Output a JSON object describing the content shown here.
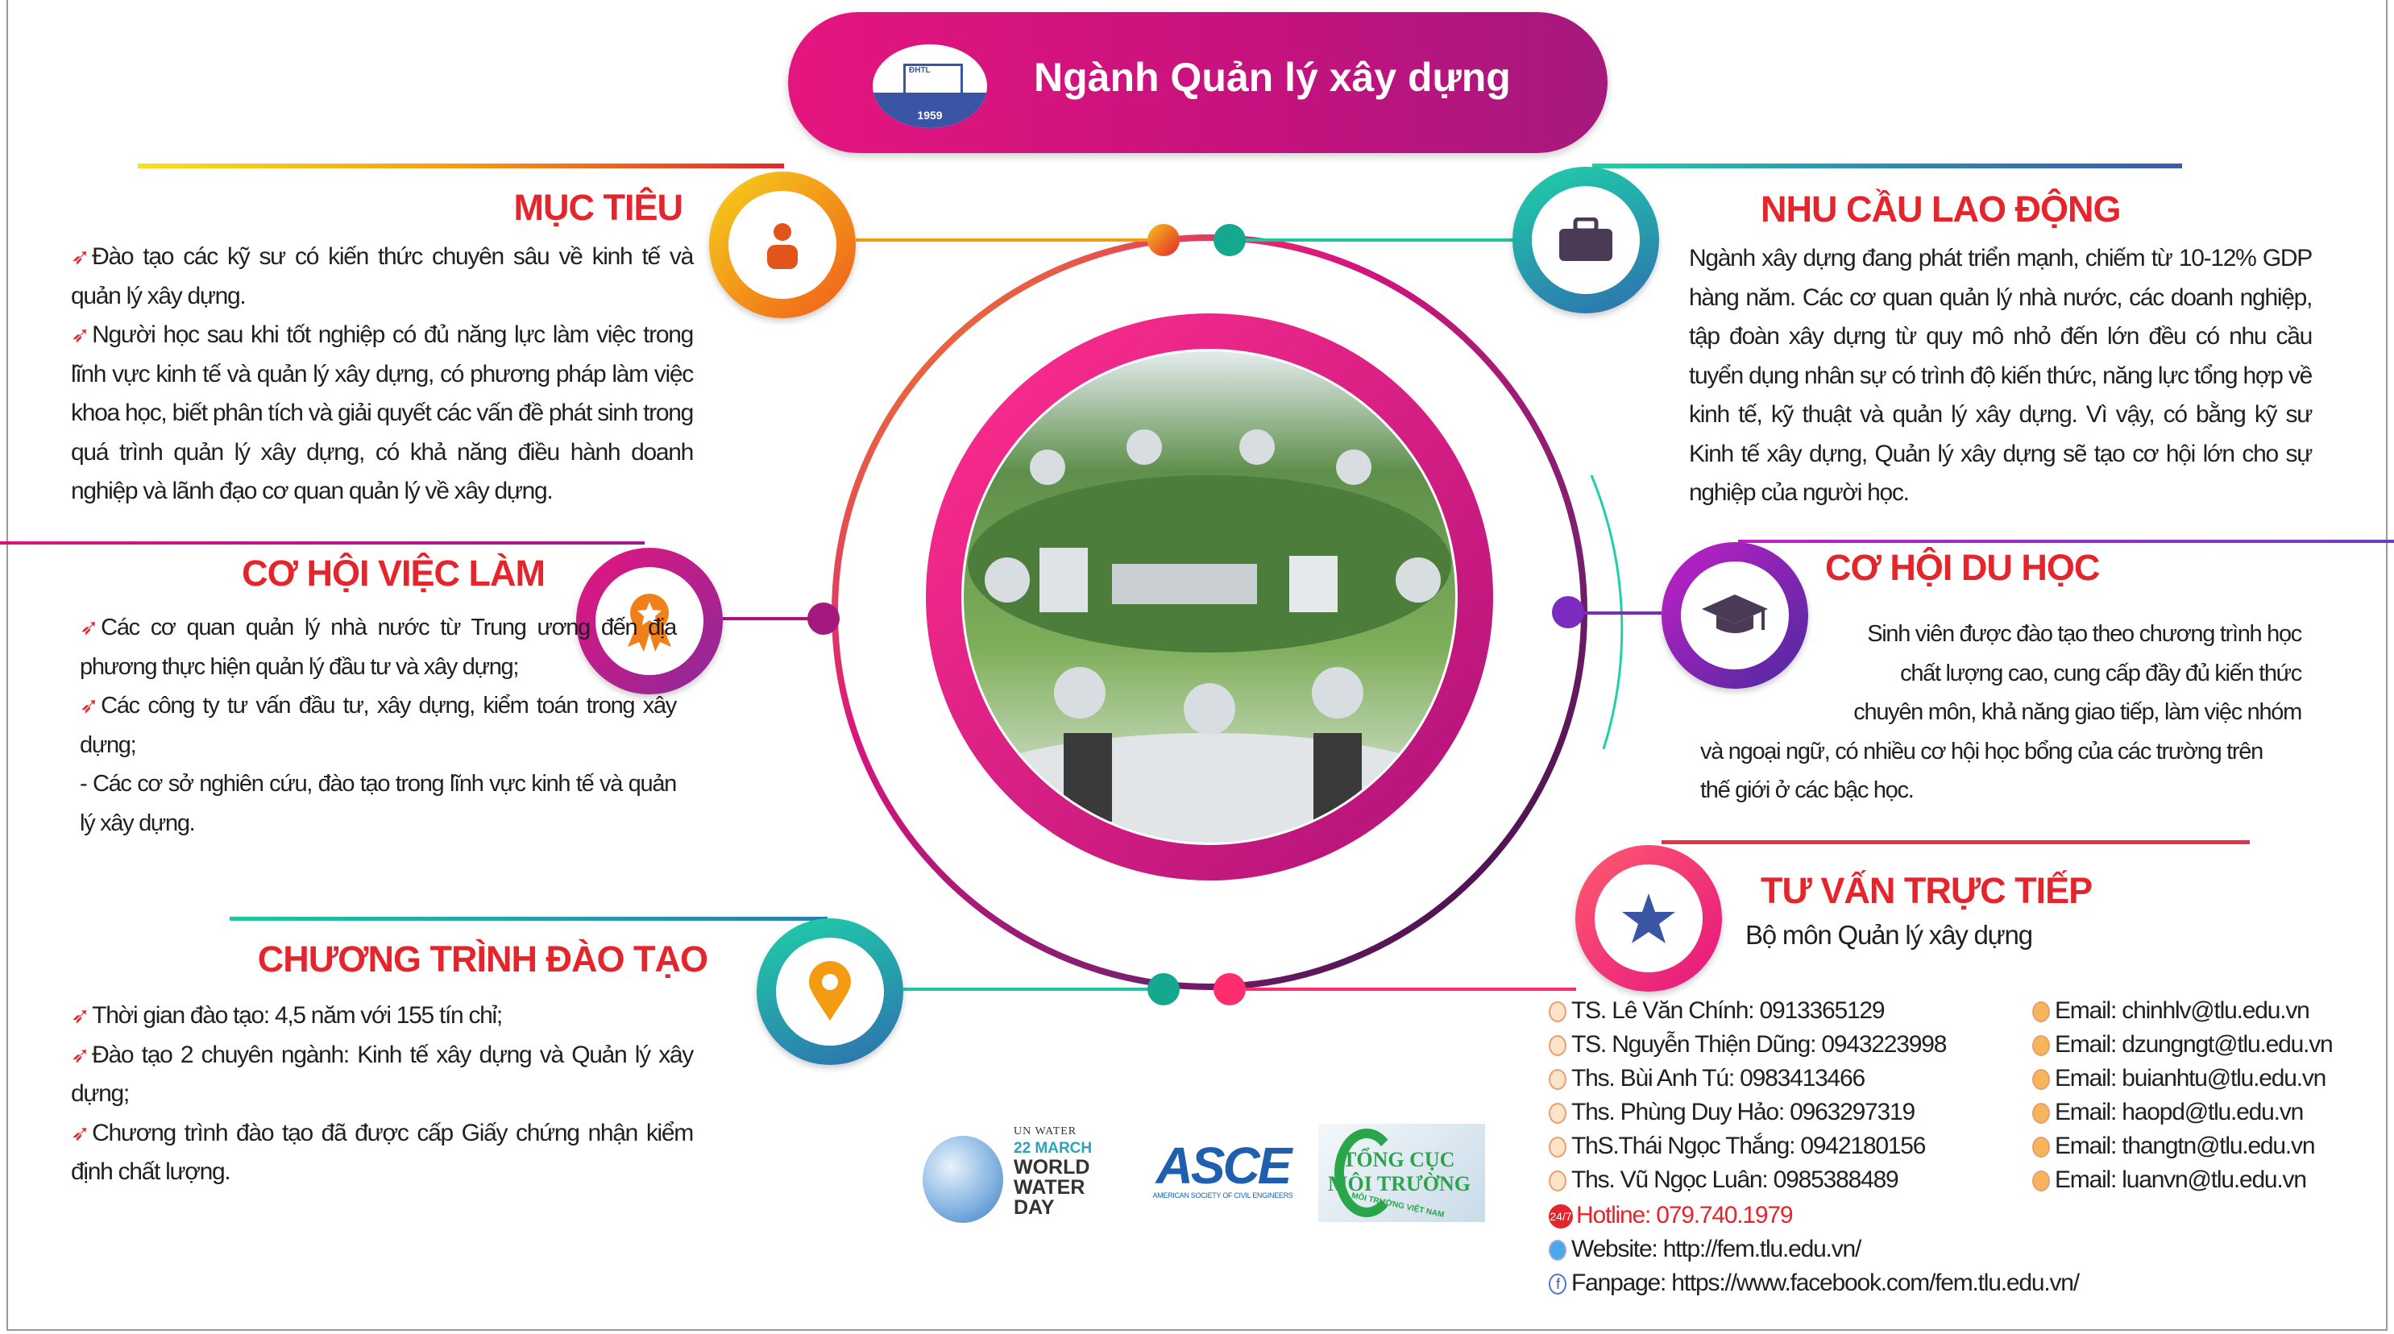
{
  "header": {
    "title": "Ngành Quản lý xây dựng",
    "logo_text": "ĐHTL",
    "logo_year": "1959"
  },
  "muc_tieu": {
    "title": "MỤC TIÊU",
    "items": [
      "Đào tạo các kỹ sư có kiến thức chuyên sâu về kinh tế và quản lý xây dựng.",
      "Người học sau khi tốt nghiệp có đủ năng lực làm việc trong lĩnh vực kinh tế và quản lý xây dựng, có phương pháp làm việc khoa học, biết phân tích và giải quyết các vấn đề phát sinh trong quá trình quản lý xây dựng, có khả năng điều hành doanh nghiệp và lãnh đạo cơ quan quản lý về xây dựng."
    ]
  },
  "nhu_cau": {
    "title": "NHU CẦU LAO ĐỘNG",
    "text": "Ngành xây dựng đang phát triển mạnh, chiếm từ 10-12% GDP hàng năm. Các cơ quan quản lý nhà nước, các doanh nghiệp, tập đoàn xây dựng từ quy mô nhỏ đến lớn đều có nhu cầu tuyển dụng nhân sự có trình độ kiến thức, năng lực tổng hợp về kinh tế, kỹ thuật và quản lý xây dựng. Vì vậy, có bằng kỹ sư Kinh tế xây dựng, Quản lý xây dựng sẽ tạo cơ hội lớn cho sự nghiệp của người học."
  },
  "viec_lam": {
    "title": "CƠ HỘI VIỆC LÀM",
    "items": [
      "Các cơ quan quản lý nhà nước từ Trung ương đến địa phương thực hiện quản lý đầu tư và xây dựng;",
      "Các công ty tư vấn đầu tư, xây dựng, kiểm toán trong xây dựng;"
    ],
    "last": "- Các cơ sở nghiên cứu, đào tạo trong lĩnh vực kinh tế và quản lý xây dựng."
  },
  "du_hoc": {
    "title": "CƠ HỘI DU HỌC",
    "lines": [
      "Sinh viên được đào tạo theo chương trình học",
      "chất lượng cao, cung cấp đầy đủ kiến thức",
      "chuyên môn, khả năng giao tiếp, làm việc nhóm",
      "và ngoại ngữ, có nhiều cơ hội học bổng của các trường trên",
      "thế giới ở các bậc học."
    ]
  },
  "dao_tao": {
    "title": "CHƯƠNG TRÌNH ĐÀO TẠO",
    "items": [
      "Thời gian đào tạo: 4,5 năm với 155 tín chỉ;",
      "Đào tạo 2 chuyên ngành: Kinh tế xây dựng và Quản lý xây dựng;",
      "Chương trình đào tạo đã được cấp Giấy chứng nhận kiểm định chất lượng."
    ]
  },
  "tu_van": {
    "title": "TƯ VẤN TRỰC TIẾP",
    "subtitle": "Bộ môn Quản lý xây dựng",
    "contacts": [
      {
        "phone": "TS. Lê Văn Chính: 0913365129",
        "email": "Email: chinhlv@tlu.edu.vn"
      },
      {
        "phone": "TS. Nguyễn Thiện Dũng: 0943223998",
        "email": "Email: dzungngt@tlu.edu.vn"
      },
      {
        "phone": "Ths. Bùi Anh Tú: 0983413466",
        "email": "Email: buianhtu@tlu.edu.vn"
      },
      {
        "phone": "Ths. Phùng Duy Hảo: 0963297319",
        "email": "Email: haopd@tlu.edu.vn"
      },
      {
        "phone": "ThS.Thái Ngọc Thắng: 0942180156",
        "email": "Email: thangtn@tlu.edu.vn"
      },
      {
        "phone": "Ths. Vũ Ngọc Luân: 0985388489",
        "email": "Email: luanvn@tlu.edu.vn"
      }
    ],
    "hotline": "Hotline: 079.740.1979",
    "hotline_badge": "24/7",
    "website": "Website: http://fem.tlu.edu.vn/",
    "fanpage": "Fanpage: https://www.facebook.com/fem.tlu.edu.vn/"
  },
  "logos": {
    "wwd": {
      "l1": "UN WATER",
      "l2": "22 MARCH",
      "l3": "WORLD",
      "l4": "WATER",
      "l5": "DAY"
    },
    "asce": {
      "name": "ASCE",
      "sub": "AMERICAN SOCIETY OF CIVIL ENGINEERS"
    },
    "tcmt": {
      "l1": "TỔNG CỤC",
      "l2": "MÔI TRƯỜNG",
      "l3": "MÔI TRƯỜNG VIỆT NAM"
    }
  },
  "colors": {
    "red": "#e4262c",
    "pink": "#e5157f",
    "teal": "#14b8a6",
    "purple": "#7b2cbf"
  }
}
